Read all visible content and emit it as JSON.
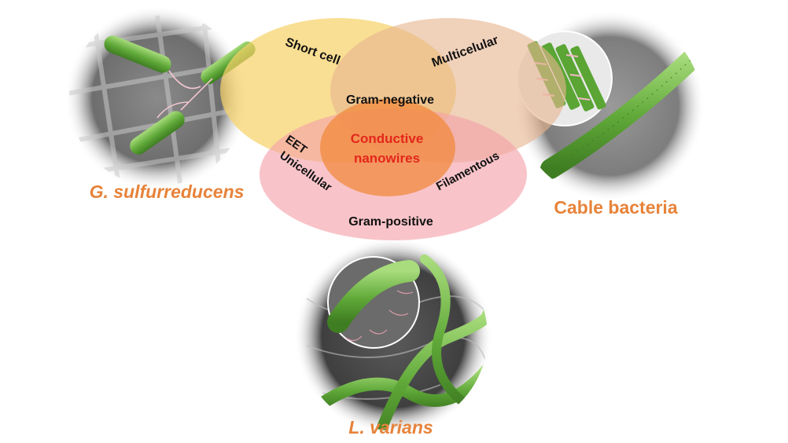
{
  "labels": {
    "short_cell": "Short cell",
    "multicelular": "Multicelular",
    "gram_negative": "Gram-negative",
    "conductive_line1": "Conductive",
    "conductive_line2": "nanowires",
    "eet": "EET",
    "unicellular": "Unicellular",
    "filamentous": "Filamentous",
    "gram_positive": "Gram-positive"
  },
  "species": {
    "geobacter": "G. sulfurreducens",
    "cable": "Cable bacteria",
    "lvarians": "L. varians"
  },
  "colors": {
    "yellow_set": "#f6d36a",
    "peach_set": "#e7b591",
    "pink_set": "#f4a0a8",
    "center": "#f28a3c",
    "highlight_text": "#e3261b",
    "species_text": "#e7833a",
    "bacteria_green": "#6bb23e"
  }
}
